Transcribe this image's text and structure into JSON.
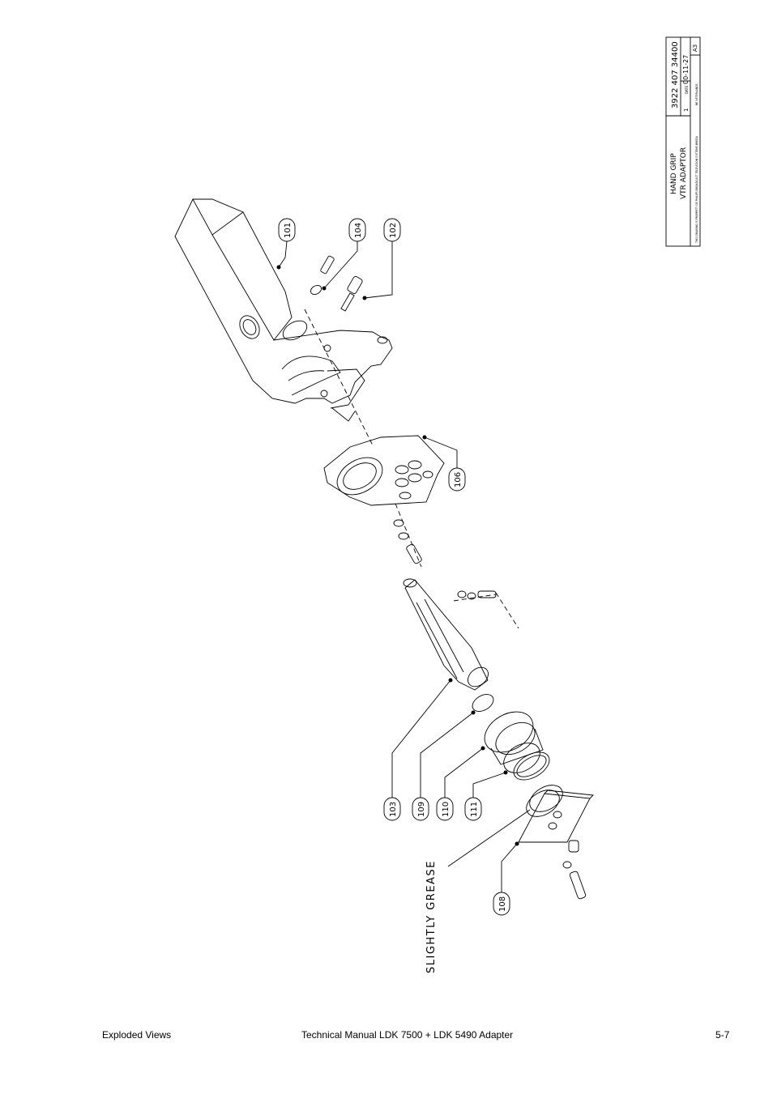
{
  "title_block": {
    "title_line1": "HAND GRIP",
    "title_line2": "VTR ADAPTOR",
    "number": "3922 407 34400",
    "sheet": "1",
    "date_label": "DATE",
    "date": "00-11-27",
    "format": "A3",
    "property_note": "THIS DRAWING IS PROPERTY OF PHILIPS BROADCAST TELEVISION SYSTEMS BREDA",
    "location_note": "NE VETERLANDS"
  },
  "callouts": {
    "c101": "101",
    "c104": "104",
    "c102": "102",
    "c106": "106",
    "c103": "103",
    "c109": "109",
    "c110": "110",
    "c111": "111",
    "c108": "108"
  },
  "annotation": "SLIGHTLY GREASE",
  "footer": {
    "left": "Exploded Views",
    "center": "Technical Manual LDK 7500 + LDK 5490 Adapter",
    "right": "5-7"
  }
}
